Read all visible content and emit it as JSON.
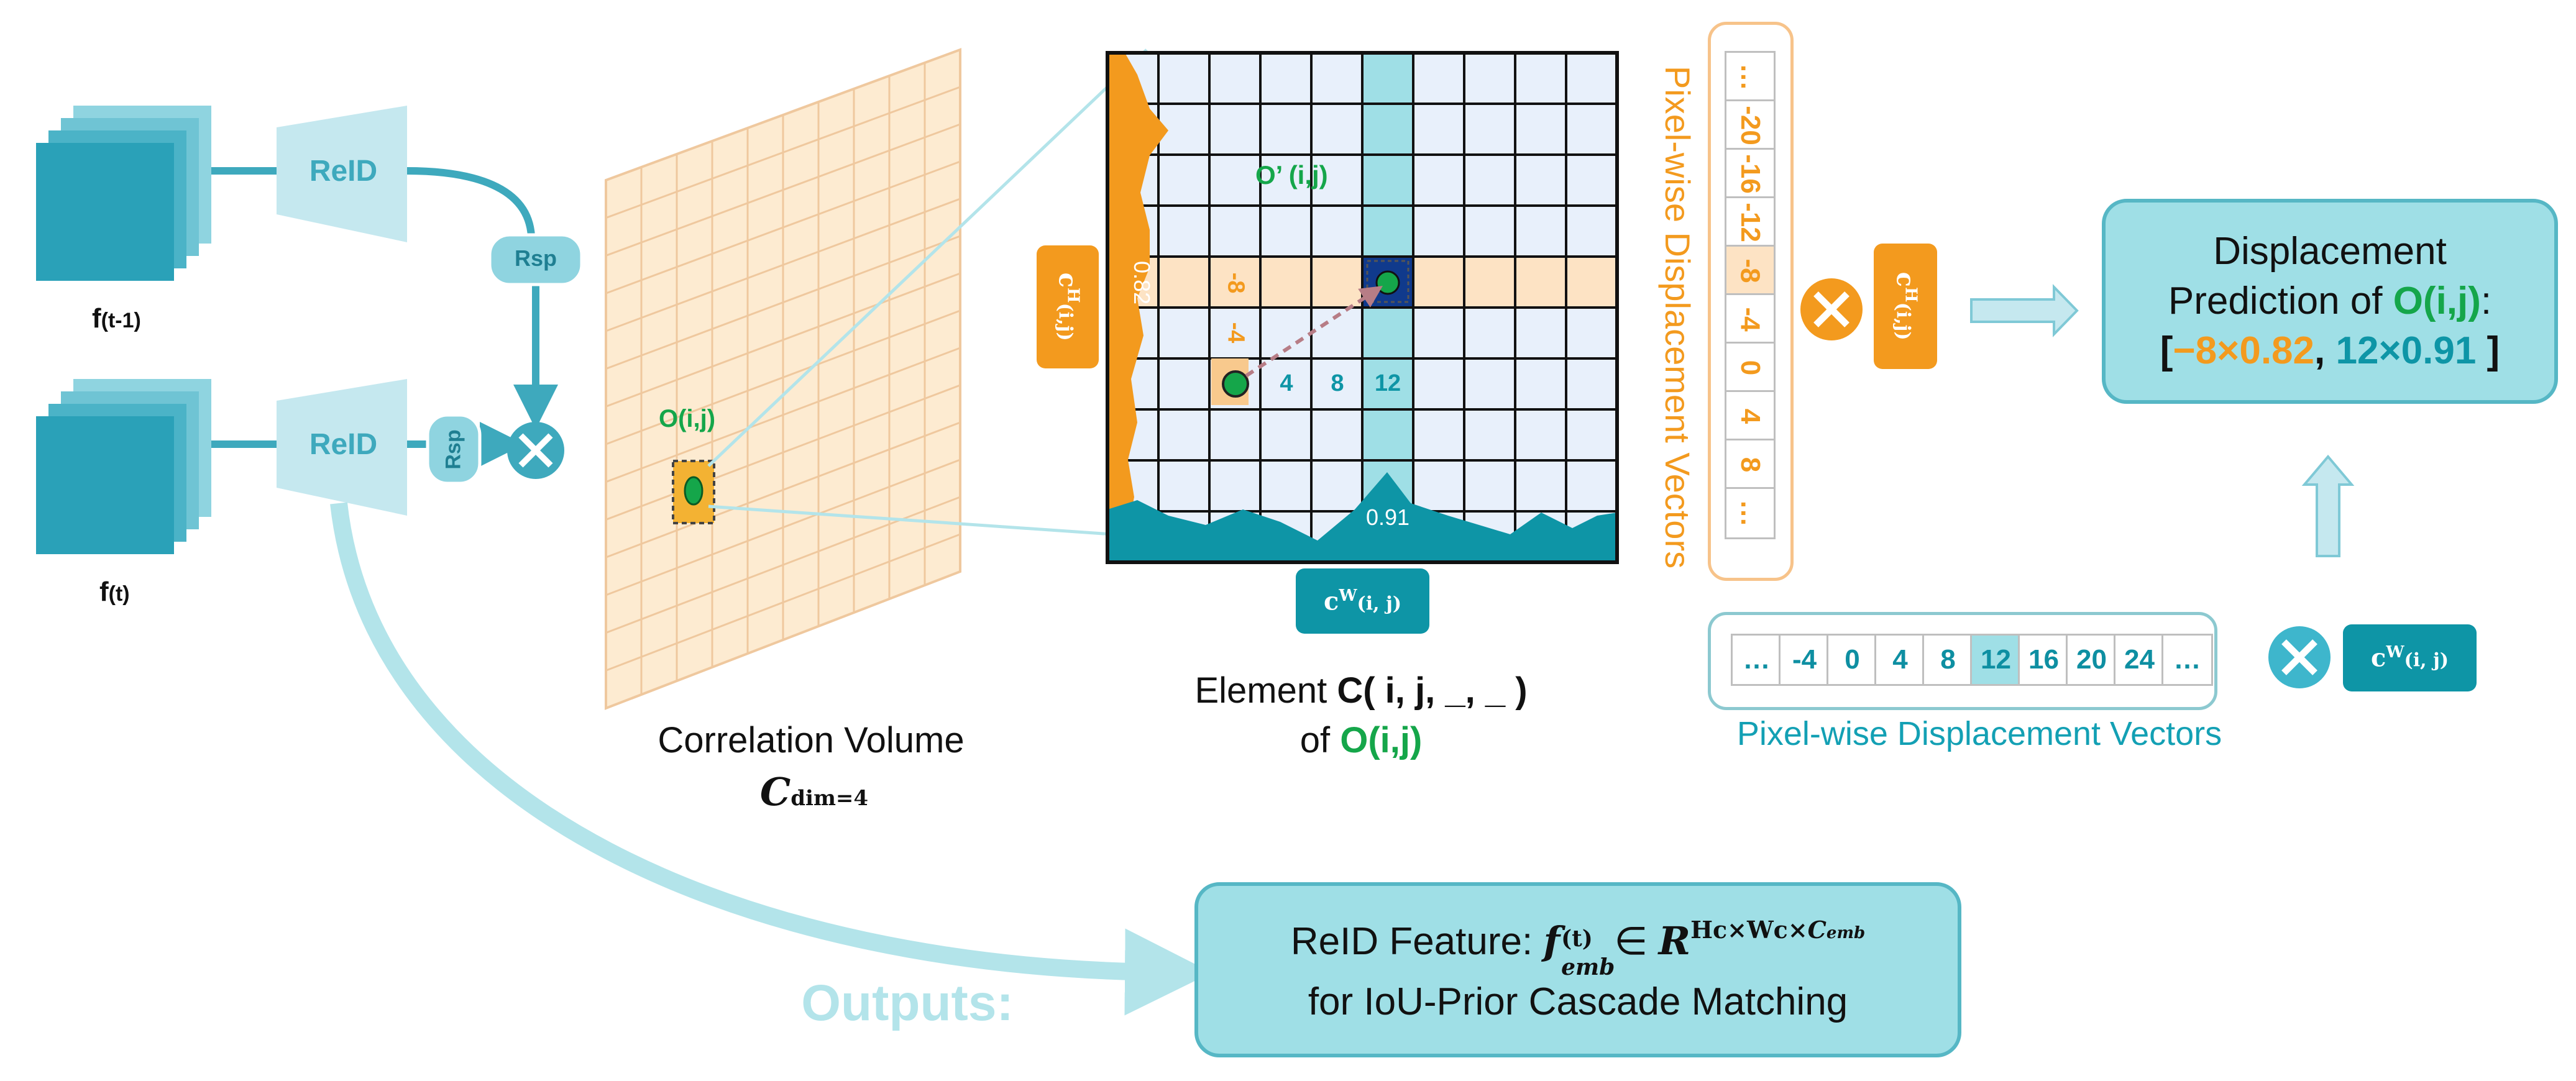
{
  "labels": {
    "f_prev": "f",
    "f_prev_sub": "(t-1)",
    "f_curr": "f",
    "f_curr_sub": "(t)",
    "reid_top": "ReID",
    "reid_bottom": "ReID",
    "rsp_top": "Rsp",
    "rsp_bottom": "Rsp",
    "o_ij": "O(i,j)",
    "o_prime": "O’ (i,j)",
    "corr_title": "Correlation Volume",
    "corr_sym": "C",
    "corr_sub": "dim=4",
    "element_pre": "Element ",
    "element_bold": "C( i, j, _, _ )",
    "element_of": "of ",
    "element_o": "O(i,j)",
    "val_082": "0.82",
    "val_091": "0.91",
    "grid_neg8": "-8",
    "grid_neg4": "-4",
    "grid_4": "4",
    "grid_8": "8",
    "grid_12": "12",
    "ch_chip": "c",
    "ch_sup": "H",
    "ch_sub": "(i,j)",
    "ch_chip2": "c",
    "ch_sup2": "H",
    "ch_sub2": "(i,j)",
    "cw_chip": "c",
    "cw_sup": "W",
    "cw_sub": "(i, j)",
    "cw_chip2": "c",
    "cw_sup2": "W",
    "cw_sub2": "(i, j)",
    "vertical_title": "Pixel-wise Displacement Vectors",
    "horizontal_title": "Pixel-wise Displacement Vectors",
    "pred_line1": "Displacement",
    "pred_line2_pre": "Prediction of ",
    "pred_line2_o": "O(i,j)",
    "pred_line2_post": ":",
    "pred_open": "[",
    "pred_a": "−8×0.82",
    "pred_comma": ", ",
    "pred_b": "12×0.91",
    "pred_close": " ]",
    "reid_feat_pre": "ReID Feature: ",
    "reid_feat_f": "f",
    "reid_feat_sup": "(t)",
    "reid_feat_sub": "emb",
    "reid_feat_in": " ∈ ",
    "reid_feat_R": "R",
    "reid_feat_dims": "Hc×Wc×",
    "reid_feat_c": "C",
    "reid_feat_csub": "emb",
    "reid_feat_line2": "for IoU-Prior Cascade Matching",
    "outputs": "Outputs:"
  },
  "vertical_vector": [
    "…",
    "-20",
    "-16",
    "-12",
    "-8",
    "-4",
    "0",
    "4",
    "8",
    "…"
  ],
  "horizontal_vector": [
    "…",
    "-4",
    "0",
    "4",
    "8",
    "12",
    "16",
    "20",
    "24",
    "…"
  ],
  "highlight": {
    "vertical_index": 4,
    "horizontal_index": 5
  },
  "colors": {
    "teal": "#0e95a6",
    "light_teal": "#9fdfe6",
    "orange": "#f39a1e",
    "green": "#15a64a",
    "grid_fill": "#e8f0fb",
    "volume_fill": "#fdebd1"
  }
}
